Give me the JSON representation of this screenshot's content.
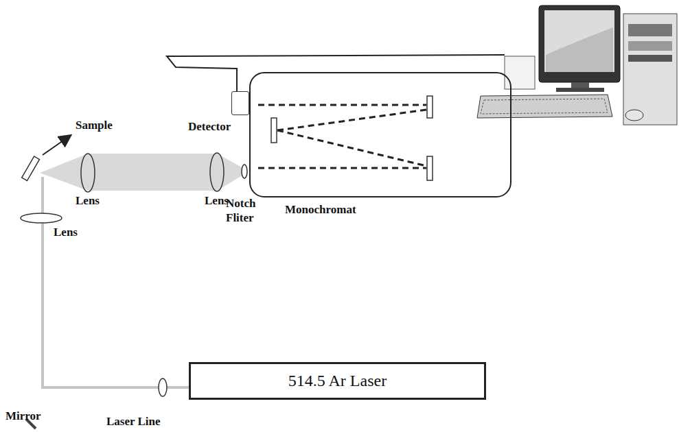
{
  "diagram": {
    "nodes": [
      {
        "text": [
          "Monochromat"
        ]
      },
      {
        "text": [
          "Detector"
        ]
      },
      {
        "text": [
          "514.5 Ar Laser"
        ]
      }
    ],
    "labels": [
      "Sample",
      "Lens",
      "Lens",
      "Lens",
      "Notch Fliter",
      "Mirror",
      "Laser Line"
    ]
  }
}
